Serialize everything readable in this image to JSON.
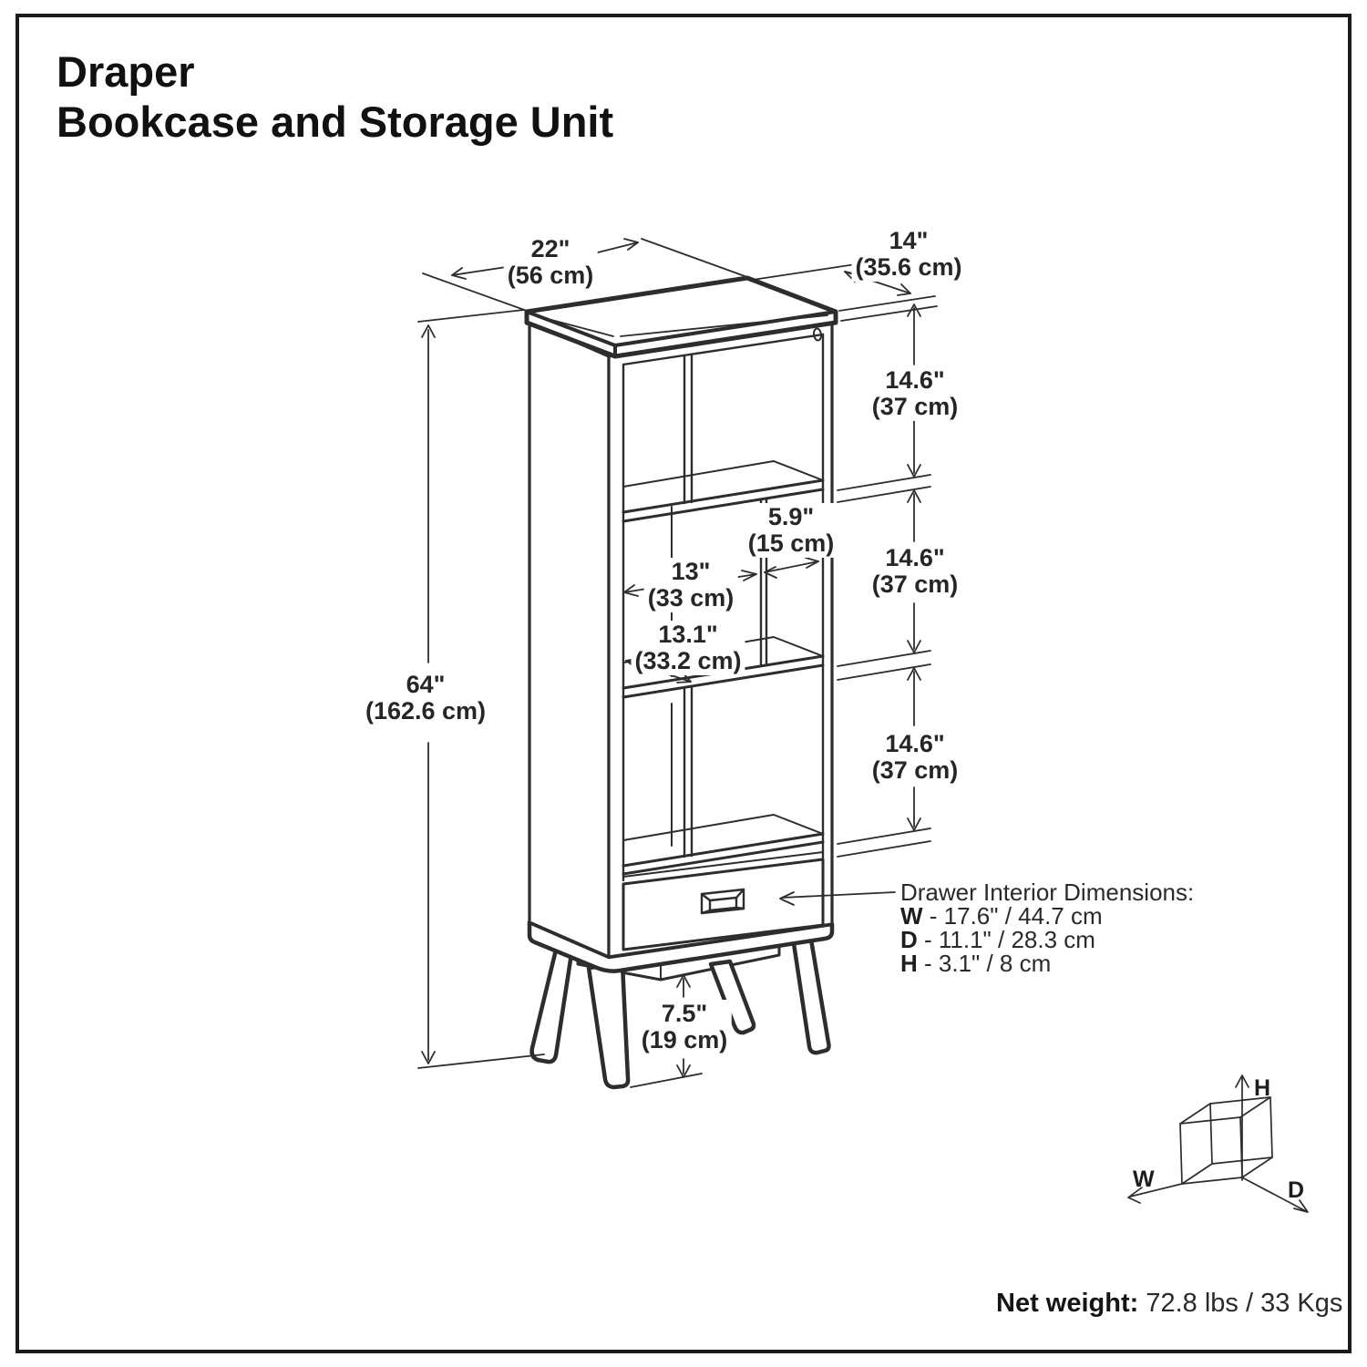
{
  "title": {
    "line1": "Draper",
    "line2": "Bookcase and Storage Unit"
  },
  "dimensions": {
    "width": {
      "imperial": "22\"",
      "metric": "(56 cm)"
    },
    "depth": {
      "imperial": "14\"",
      "metric": "(35.6 cm)"
    },
    "shelf_top_height": {
      "imperial": "14.6\"",
      "metric": "(37 cm)"
    },
    "shelf_middle_height": {
      "imperial": "14.6\"",
      "metric": "(37 cm)"
    },
    "shelf_bottom_height": {
      "imperial": "14.6\"",
      "metric": "(37 cm)"
    },
    "total_height": {
      "imperial": "64\"",
      "metric": "(162.6 cm)"
    },
    "cubby_width": {
      "imperial": "13\"",
      "metric": "(33 cm)"
    },
    "cubby_depth": {
      "imperial": "13.1\"",
      "metric": "(33.2 cm)"
    },
    "small_cubby_width": {
      "imperial": "5.9\"",
      "metric": "(15 cm)"
    },
    "leg_height": {
      "imperial": "7.5\"",
      "metric": "(19 cm)"
    }
  },
  "drawer_note": {
    "heading": "Drawer Interior Dimensions:",
    "rows": [
      {
        "label": "W",
        "value": " - 17.6\" / 44.7 cm"
      },
      {
        "label": "D",
        "value": " - 11.1\" / 28.3 cm"
      },
      {
        "label": "H",
        "value": " - 3.1\" / 8 cm"
      }
    ]
  },
  "axis_indicator": {
    "h": "H",
    "w": "W",
    "d": "D"
  },
  "net_weight": {
    "label": "Net weight:",
    "value": " 72.8 lbs / 33 Kgs"
  },
  "colors": {
    "line": "#2d2d2d",
    "text": "#262626",
    "background": "#ffffff"
  }
}
